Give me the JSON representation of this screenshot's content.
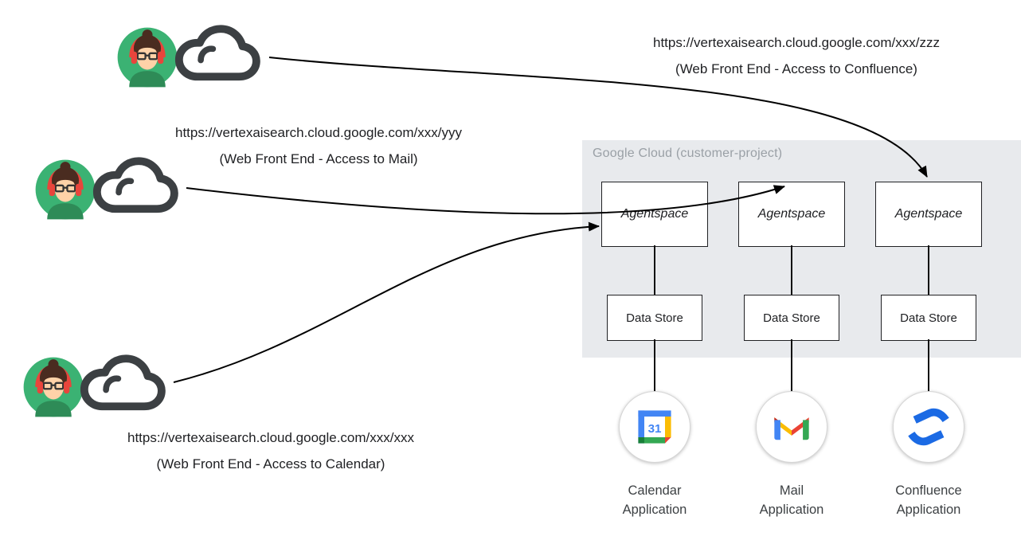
{
  "endpoints": [
    {
      "url": "https://vertexaisearch.cloud.google.com/xxx/zzz",
      "caption": "(Web Front End - Access to Confluence)"
    },
    {
      "url": "https://vertexaisearch.cloud.google.com/xxx/yyy",
      "caption": "(Web Front End - Access to Mail)"
    },
    {
      "url": "https://vertexaisearch.cloud.google.com/xxx/xxx",
      "caption": "(Web Front End - Access to Calendar)"
    }
  ],
  "panel": {
    "title": "Google Cloud (customer-project)"
  },
  "columns": [
    {
      "agent": "Agentspace",
      "datastore": "Data Store",
      "app": "Calendar Application",
      "icon": "google-calendar-icon"
    },
    {
      "agent": "Agentspace",
      "datastore": "Data Store",
      "app": "Mail Application",
      "icon": "gmail-icon"
    },
    {
      "agent": "Agentspace",
      "datastore": "Data Store",
      "app": "Confluence Application",
      "icon": "confluence-icon"
    }
  ],
  "colors": {
    "panel_gray": "#e8eaed",
    "panel_title_gray": "#9aa0a6",
    "arrow_black": "#000000",
    "avatar_green": "#3bb273",
    "google_blue": "#4285f4",
    "google_red": "#ea4335",
    "google_yellow": "#fbbc04",
    "google_green": "#34a853",
    "confluence_blue": "#1b6ae4"
  }
}
